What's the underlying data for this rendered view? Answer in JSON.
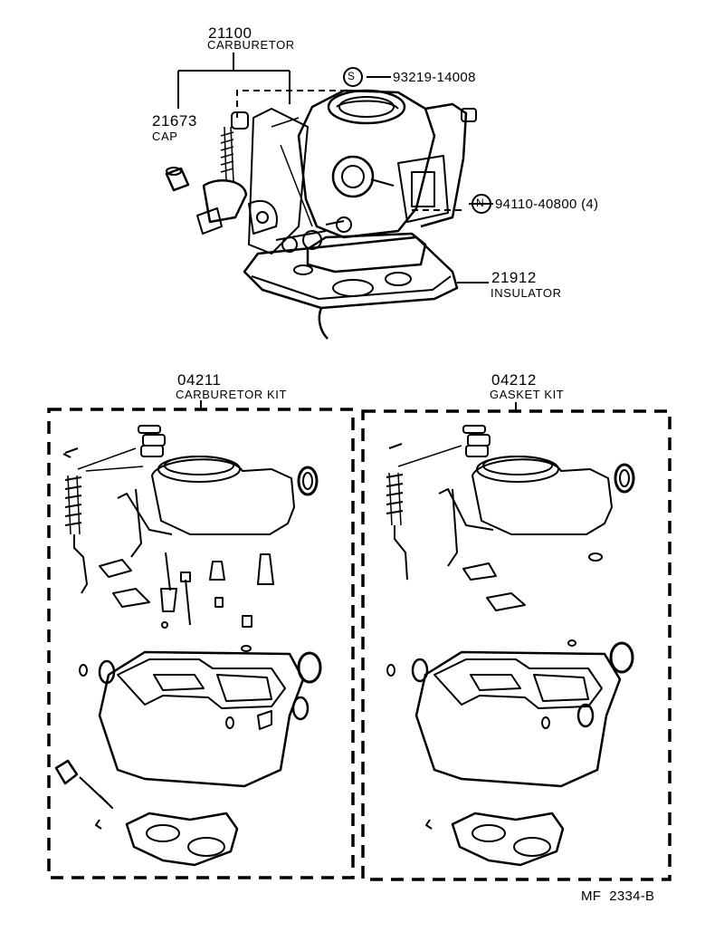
{
  "labels": {
    "carburetor_no": "21100",
    "carburetor_name": "CARBURETOR",
    "cap_no": "21673",
    "cap_name": "CAP",
    "screw_mark": "S",
    "screw_part": "93219-14008",
    "nut_mark": "N",
    "nut_part": "94110-40800 (4)",
    "insulator_no": "21912",
    "insulator_name": "INSULATOR",
    "carb_kit_no": "04211",
    "carb_kit_name": "CARBURETOR KIT",
    "gasket_kit_no": "04212",
    "gasket_kit_name": "GASKET KIT",
    "footer_code": "MF  2334-B"
  }
}
